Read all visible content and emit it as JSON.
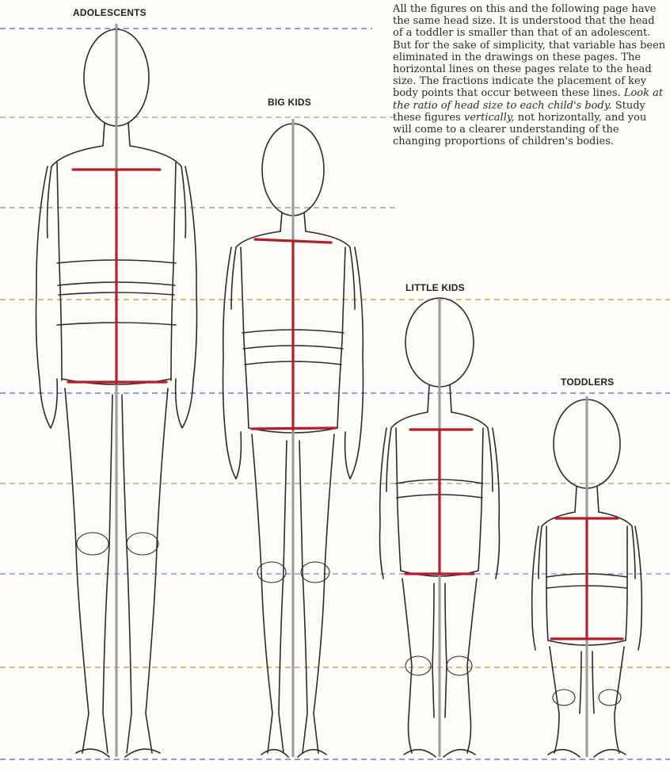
{
  "labels": {
    "adolescents": "ADOLESCENTS",
    "big_kids": "BIG KIDS",
    "little_kids": "LITTLE KIDS",
    "toddlers": "TODDLERS"
  },
  "intro": {
    "part1": "All the figures on this and the following page have the same head size. It is understood that the head of a toddler is smaller than that of an adolescent. But for the sake of simplicity, that variable has been eliminated in the drawings on these pages. The horizontal lines on these pages relate to the head size. The fractions indicate the placement of key body points that occur between these lines.",
    "emphasis1": "Look at the ratio of head size to each child's body.",
    "part2": "Study these figures",
    "emphasis2": "vertically,",
    "part3": "not horizontally, and you will come to a clearer understanding of the changing proportions of children's bodies."
  },
  "colors": {
    "guide_blue": "#5b84c9",
    "guide_green": "#9cc27a",
    "guide_purple": "#b38ad0",
    "guide_gold": "#cfa64c",
    "center_line": "#9a9a9a",
    "measure_red": "#b3202c"
  }
}
